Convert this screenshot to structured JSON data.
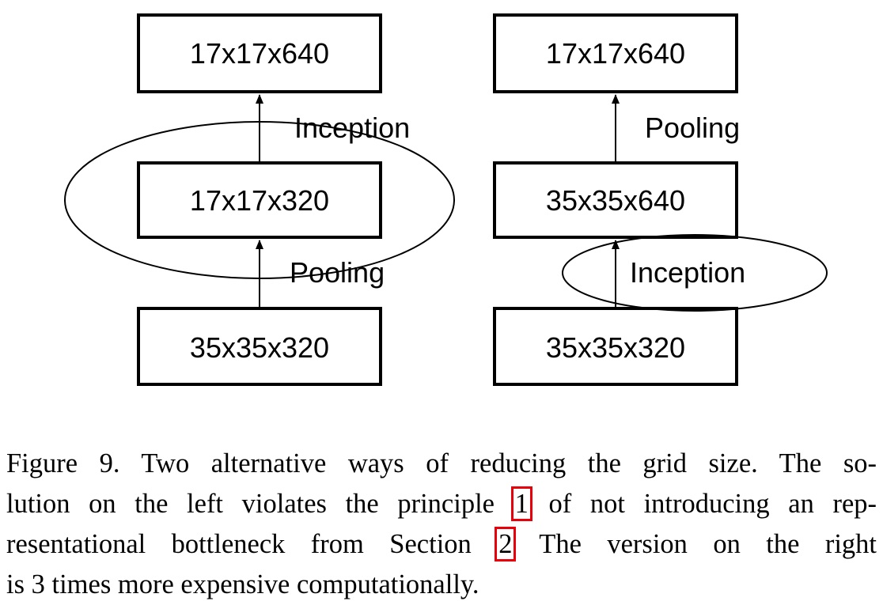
{
  "diagram": {
    "left": {
      "top_box": "17x17x640",
      "middle_box": "17x17x320",
      "bottom_box": "35x35x320",
      "upper_op": "Inception",
      "lower_op": "Pooling"
    },
    "right": {
      "top_box": "17x17x640",
      "middle_box": "35x35x640",
      "bottom_box": "35x35x320",
      "upper_op": "Pooling",
      "lower_op": "Inception"
    }
  },
  "caption": {
    "line1": "Figure 9. Two alternative ways of reducing the grid size. The so-",
    "line2_pre": "lution on the left violates the principle ",
    "ref1": "1",
    "line2_post": " of not introducing an rep-",
    "line3_pre": "resentational bottleneck from Section ",
    "ref2": "2",
    "line3_post": " The version on the right",
    "line4": "is 3 times more expensive computationally."
  },
  "colors": {
    "stroke": "#000000",
    "reference_box": "#e8000b",
    "background": "#ffffff"
  }
}
